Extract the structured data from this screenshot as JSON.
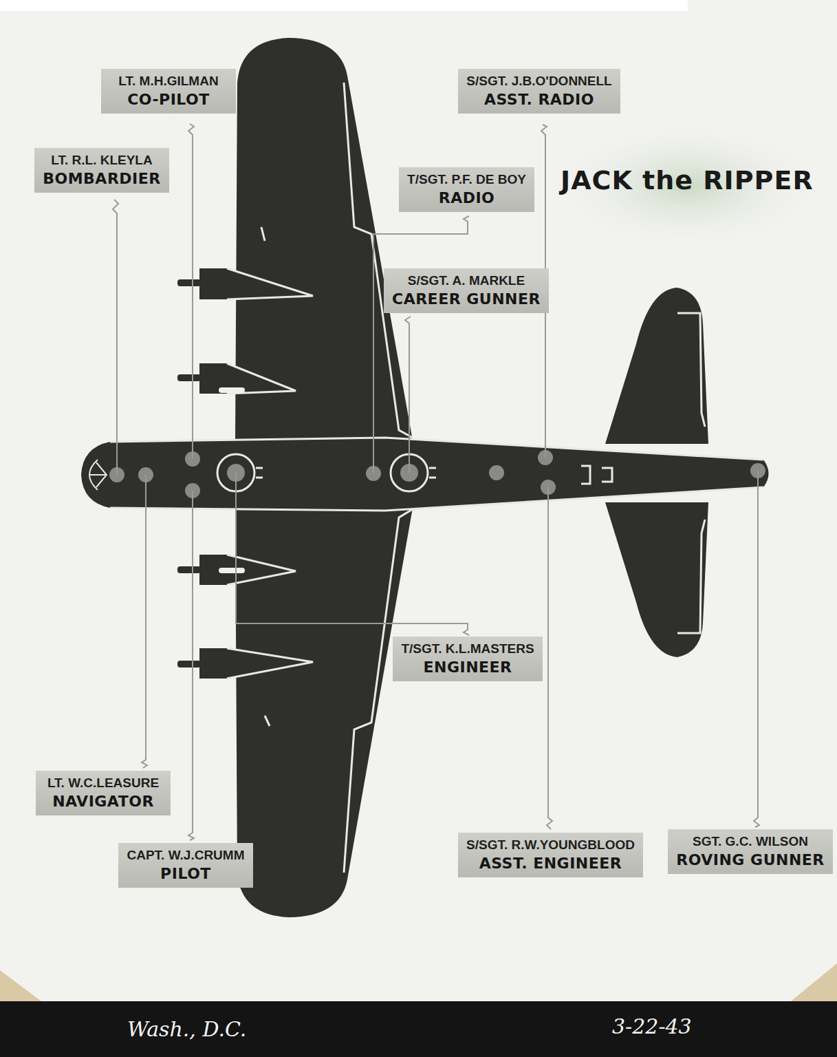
{
  "diagram": {
    "title": "JACK the RIPPER",
    "nodes": [
      {
        "text": [
          "LT. M.H.GILMAN",
          "CO-PILOT"
        ]
      },
      {
        "text": [
          "S/SGT. J.B.O'DONNELL",
          "ASST. RADIO"
        ]
      },
      {
        "text": [
          "LT. R.L. KLEYLA",
          "BOMBARDIER"
        ]
      },
      {
        "text": [
          "T/SGT. P.F. DE BOY",
          "RADIO"
        ]
      },
      {
        "text": [
          "S/SGT. A. MARKLE",
          "CAREER GUNNER"
        ]
      },
      {
        "text": [
          "T/SGT. K.L.MASTERS",
          "ENGINEER"
        ]
      },
      {
        "text": [
          "LT. W.C.LEASURE",
          "NAVIGATOR"
        ]
      },
      {
        "text": [
          "CAPT. W.J.CRUMM",
          "PILOT"
        ]
      },
      {
        "text": [
          "S/SGT. R.W.YOUNGBLOOD",
          "ASST. ENGINEER"
        ]
      },
      {
        "text": [
          "SGT. G.C. WILSON",
          "ROVING GUNNER"
        ]
      }
    ],
    "labels": [
      "Wash., D.C.",
      "3-22-43"
    ]
  }
}
